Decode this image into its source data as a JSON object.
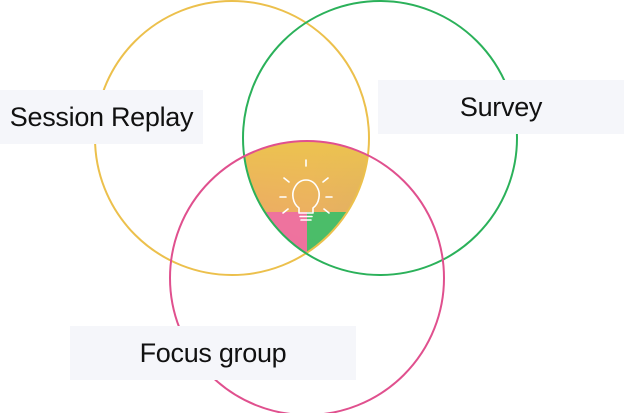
{
  "diagram": {
    "type": "venn",
    "sets": [
      {
        "id": "session",
        "label": "Session Replay",
        "color": "#ecc04c"
      },
      {
        "id": "survey",
        "label": "Survey",
        "color": "#2bb15a"
      },
      {
        "id": "focus",
        "label": "Focus group",
        "color": "#e0508e"
      }
    ],
    "center_icon": "lightbulb-icon",
    "center_fill_colors": [
      "#ecc34f",
      "#f07f86",
      "#2fbf6a",
      "#ef69a8"
    ]
  }
}
